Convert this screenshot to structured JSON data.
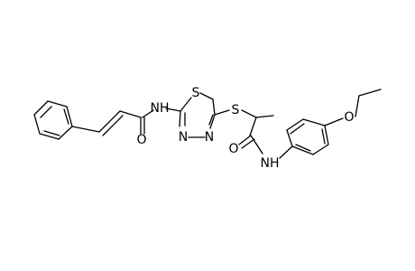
{
  "molecule": {
    "atoms": {
      "amide_nh_left": "NH",
      "carbonyl_o_left": "O",
      "ring_sulfur": "S",
      "ring_n_left": "N",
      "ring_n_right": "N",
      "thioether_sulfur": "S",
      "carbonyl_o_right": "O",
      "amide_nh_right": "NH",
      "ether_oxygen": "O"
    }
  }
}
